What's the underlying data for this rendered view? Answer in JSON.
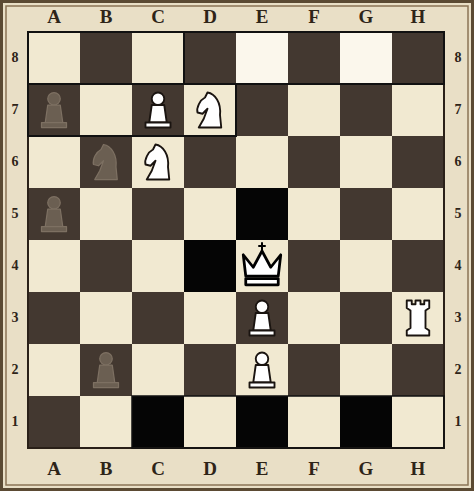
{
  "diagram": {
    "labels": [
      "A",
      "B",
      "C",
      "D",
      "E",
      "F",
      "G",
      "H",
      "8",
      "8",
      "7",
      "7",
      "6",
      "6",
      "5",
      "5",
      "4",
      "4",
      "3",
      "3",
      "2",
      "2",
      "1",
      "1",
      "A",
      "B",
      "C",
      "D",
      "E",
      "F",
      "G",
      "H"
    ]
  }
}
